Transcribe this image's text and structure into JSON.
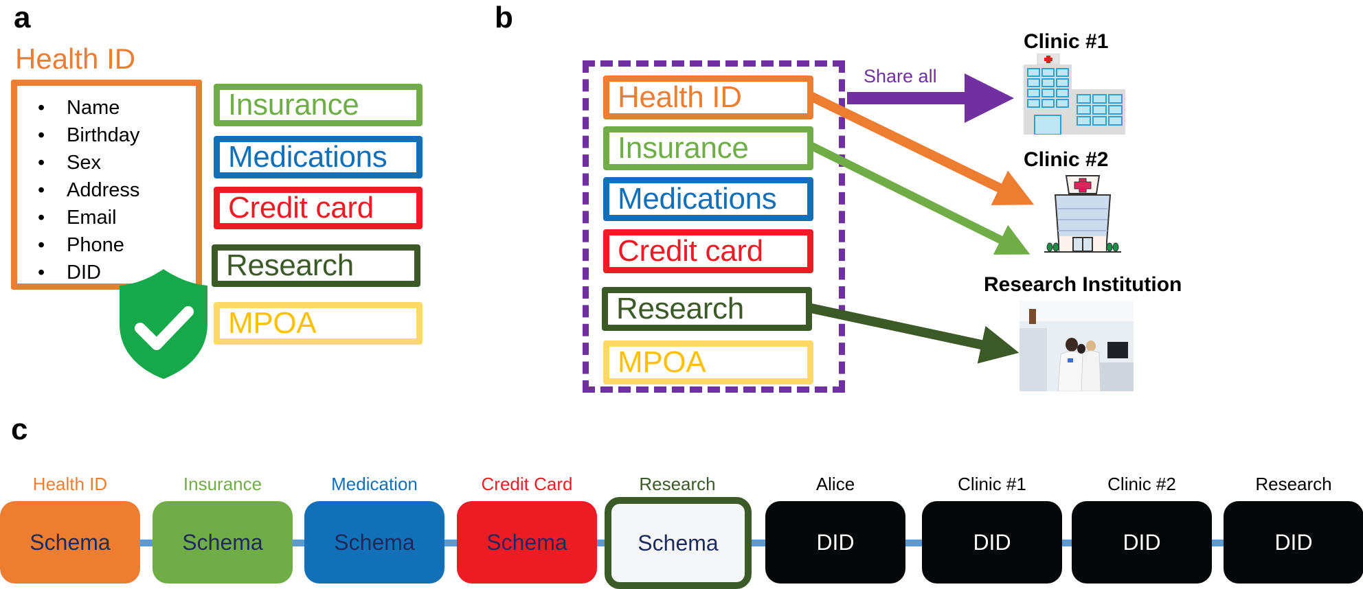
{
  "colors": {
    "health_id": "#ed7d31",
    "insurance": "#70ad47",
    "medications": "#1170b8",
    "credit_card": "#ed1c24",
    "research": "#3b5a27",
    "mpoa": "#ffd966",
    "mpoa_text": "#ffc000",
    "share_all": "#7030a0",
    "shield": "#16a84a",
    "connector": "#5b9bd5",
    "schema_text": "#1f2a5c",
    "did_bg": "#050808"
  },
  "panel_a": {
    "letter": "a",
    "health_id_title": "Health ID",
    "health_id_fields": [
      "Name",
      "Birthday",
      "Sex",
      "Address",
      "Email",
      "Phone",
      "DID"
    ],
    "bullet": "•",
    "categories": [
      {
        "key": "insurance",
        "label": "Insurance"
      },
      {
        "key": "medications",
        "label": "Medications"
      },
      {
        "key": "credit_card",
        "label": "Credit card"
      },
      {
        "key": "research",
        "label": "Research"
      },
      {
        "key": "mpoa",
        "label": "MPOA"
      }
    ],
    "shield_icon": "shield-check-icon"
  },
  "panel_b": {
    "letter": "b",
    "categories": [
      {
        "key": "health_id",
        "label": "Health ID"
      },
      {
        "key": "insurance",
        "label": "Insurance"
      },
      {
        "key": "medications",
        "label": "Medications"
      },
      {
        "key": "credit_card",
        "label": "Credit card"
      },
      {
        "key": "research",
        "label": "Research"
      },
      {
        "key": "mpoa",
        "label": "MPOA"
      }
    ],
    "share_all_label": "Share all",
    "destinations": [
      {
        "label": "Clinic #1",
        "icon": "hospital-building-icon"
      },
      {
        "label": "Clinic #2",
        "icon": "clinic-building-icon"
      },
      {
        "label": "Research Institution",
        "icon": "laboratory-photo"
      }
    ],
    "flows": [
      {
        "from": "All (dashed group)",
        "to": "Clinic #1",
        "color_key": "share_all"
      },
      {
        "from": "Health ID",
        "to": "Clinic #2",
        "color_key": "health_id"
      },
      {
        "from": "Insurance",
        "to": "Clinic #2",
        "color_key": "insurance"
      },
      {
        "from": "Research",
        "to": "Research Institution",
        "color_key": "research"
      }
    ]
  },
  "panel_c": {
    "letter": "c",
    "nodes": [
      {
        "label": "Health ID",
        "text": "Schema",
        "type": "schema",
        "color_key": "health_id"
      },
      {
        "label": "Insurance",
        "text": "Schema",
        "type": "schema",
        "color_key": "insurance"
      },
      {
        "label": "Medication",
        "text": "Schema",
        "type": "schema",
        "color_key": "medications"
      },
      {
        "label": "Credit Card",
        "text": "Schema",
        "type": "schema",
        "color_key": "credit_card"
      },
      {
        "label": "Research",
        "text": "Schema",
        "type": "schema-outline",
        "color_key": "research"
      },
      {
        "label": "Alice",
        "text": "DID",
        "type": "did"
      },
      {
        "label": "Clinic #1",
        "text": "DID",
        "type": "did"
      },
      {
        "label": "Clinic #2",
        "text": "DID",
        "type": "did"
      },
      {
        "label": "Research",
        "text": "DID",
        "type": "did"
      }
    ]
  }
}
